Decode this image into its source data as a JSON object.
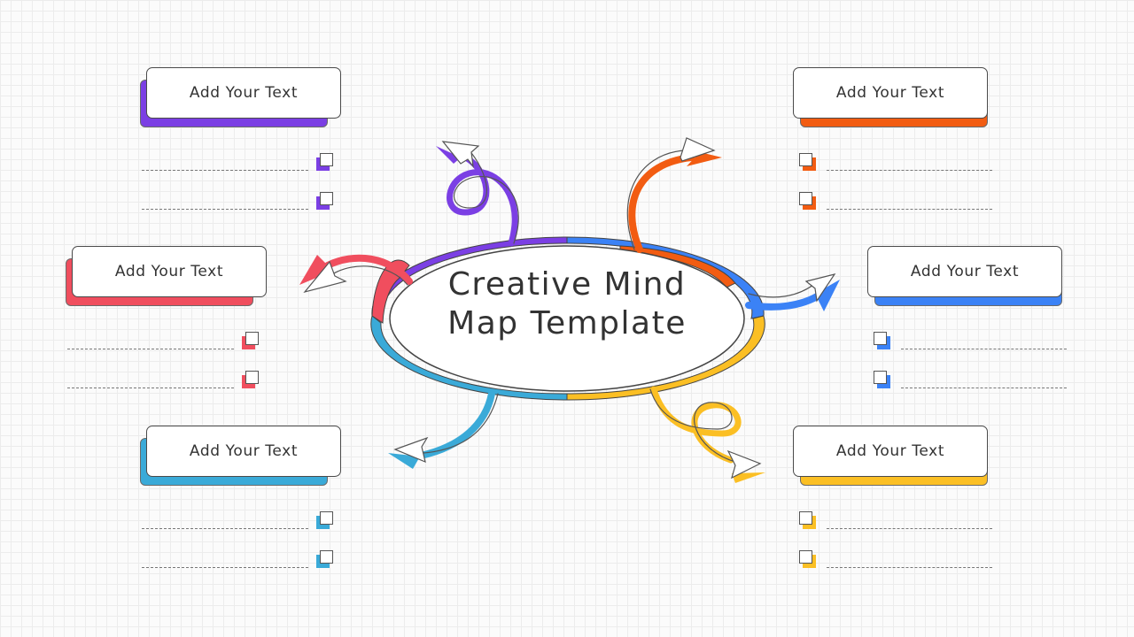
{
  "title": {
    "line1": "Creative Mind",
    "line2": "Map Template"
  },
  "colors": {
    "purple": "#7b3fe4",
    "red": "#f04e5e",
    "blue_light": "#3aaad8",
    "orange": "#f25c12",
    "blue": "#3b82f6",
    "yellow": "#fbbf24",
    "line": "#555555"
  },
  "nodes": [
    {
      "id": "purple",
      "label": "Add Your Text",
      "color": "#7b3fe4"
    },
    {
      "id": "red",
      "label": "Add Your Text",
      "color": "#f04e5e"
    },
    {
      "id": "lightblue",
      "label": "Add Your Text",
      "color": "#3aaad8"
    },
    {
      "id": "orange",
      "label": "Add Your Text",
      "color": "#f25c12"
    },
    {
      "id": "blue",
      "label": "Add Your Text",
      "color": "#3b82f6"
    },
    {
      "id": "yellow",
      "label": "Add Your Text",
      "color": "#fbbf24"
    }
  ]
}
